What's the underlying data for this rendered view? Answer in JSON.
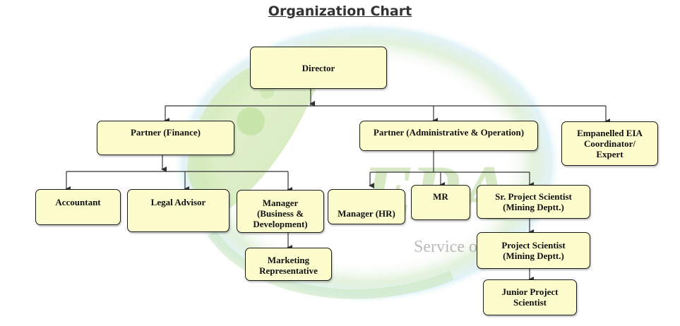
{
  "title": "Organization Chart",
  "watermark": {
    "letters": "ERA",
    "tagline": "Service o"
  },
  "nodes": {
    "director": "Director",
    "partner_finance": "Partner (Finance)",
    "partner_admin": "Partner (Administrative & Operation)",
    "empanelled": "Empanelled EIA\nCoordinator/\nExpert",
    "accountant": "Accountant",
    "legal_advisor": "Legal Advisor",
    "manager_bd": "Manager\n(Business &\nDevelopment)",
    "marketing_rep": "Marketing\nRepresentative",
    "manager_hr": "Manager (HR)",
    "mr": "MR",
    "sr_project_scientist": "Sr. Project Scientist\n(Mining Deptt.)",
    "project_scientist": "Project Scientist\n(Mining  Deptt.)",
    "junior_project_scientist": "Junior Project\nScientist"
  },
  "colors": {
    "box_fill": "#fdfccc",
    "box_border": "#1a1a1a",
    "connector": "#333333"
  }
}
